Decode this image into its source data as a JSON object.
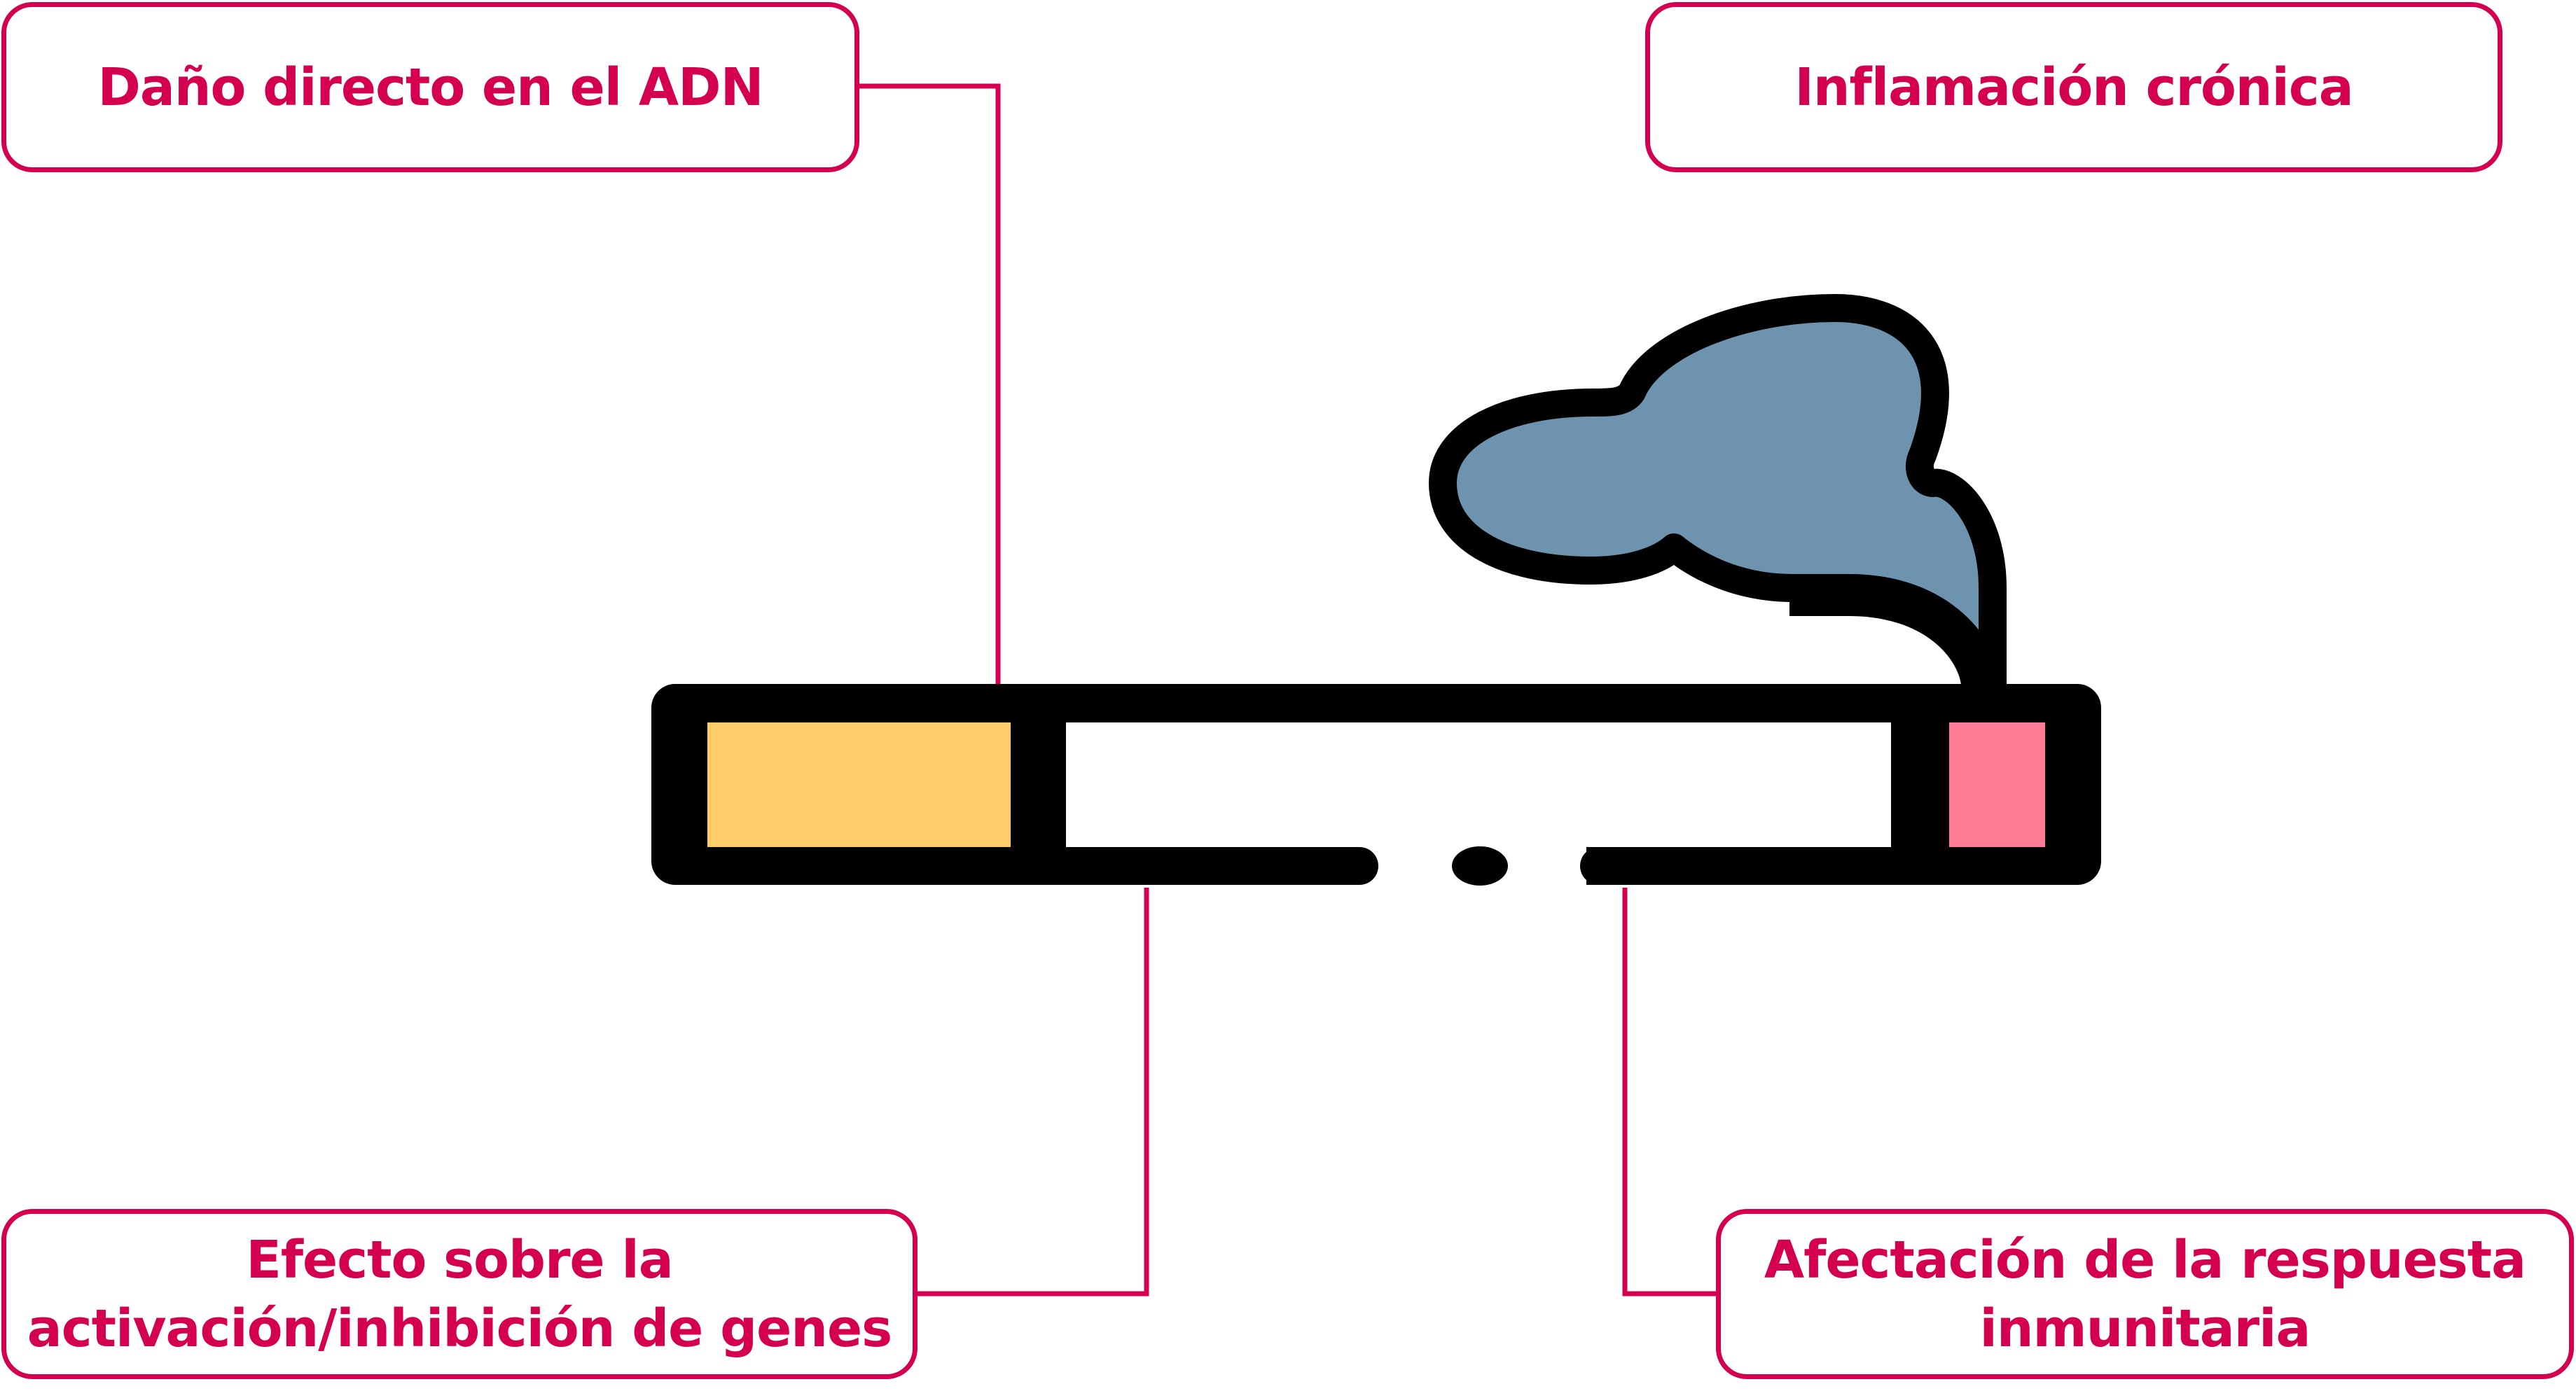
{
  "diagram": {
    "title": "",
    "labels": {
      "top_left": "Daño directo en el ADN",
      "top_right": "Inflamación crónica",
      "bottom_left": "Efecto sobre la\nactivación/inhibición de genes",
      "bottom_right": "Afectación de la respuesta\ninmunitaria"
    },
    "central_icon": "cigarette-with-smoke-icon",
    "colors": {
      "accent": "#D4004F",
      "outline": "#000000",
      "filter": "#FECC6A",
      "ember": "#FF7D96",
      "smoke": "#6E93AE",
      "paper": "#FFFFFF"
    }
  }
}
